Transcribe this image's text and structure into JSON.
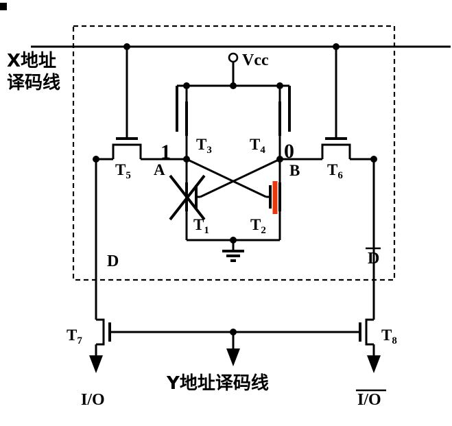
{
  "diagram": {
    "labels": {
      "x_address_line1": "X地址",
      "x_address_line2": "译码线",
      "y_address": "Y地址译码线",
      "vcc": "Vcc",
      "d": "D",
      "d_bar": "D",
      "io": "I/O",
      "io_bar": "I/O"
    },
    "nodes": {
      "a": {
        "label": "A",
        "value": "1"
      },
      "b": {
        "label": "B",
        "value": "0"
      }
    },
    "transistors": {
      "t1": {
        "base": "T",
        "sub": "1",
        "state": "off-x-mark"
      },
      "t2": {
        "base": "T",
        "sub": "2",
        "state": "on-highlighted-channel"
      },
      "t3": {
        "base": "T",
        "sub": "3"
      },
      "t4": {
        "base": "T",
        "sub": "4"
      },
      "t5": {
        "base": "T",
        "sub": "5"
      },
      "t6": {
        "base": "T",
        "sub": "6"
      },
      "t7": {
        "base": "T",
        "sub": "7"
      },
      "t8": {
        "base": "T",
        "sub": "8"
      }
    },
    "colors": {
      "wire": "#000000",
      "highlight": "#e8380c",
      "background": "#ffffff"
    }
  }
}
